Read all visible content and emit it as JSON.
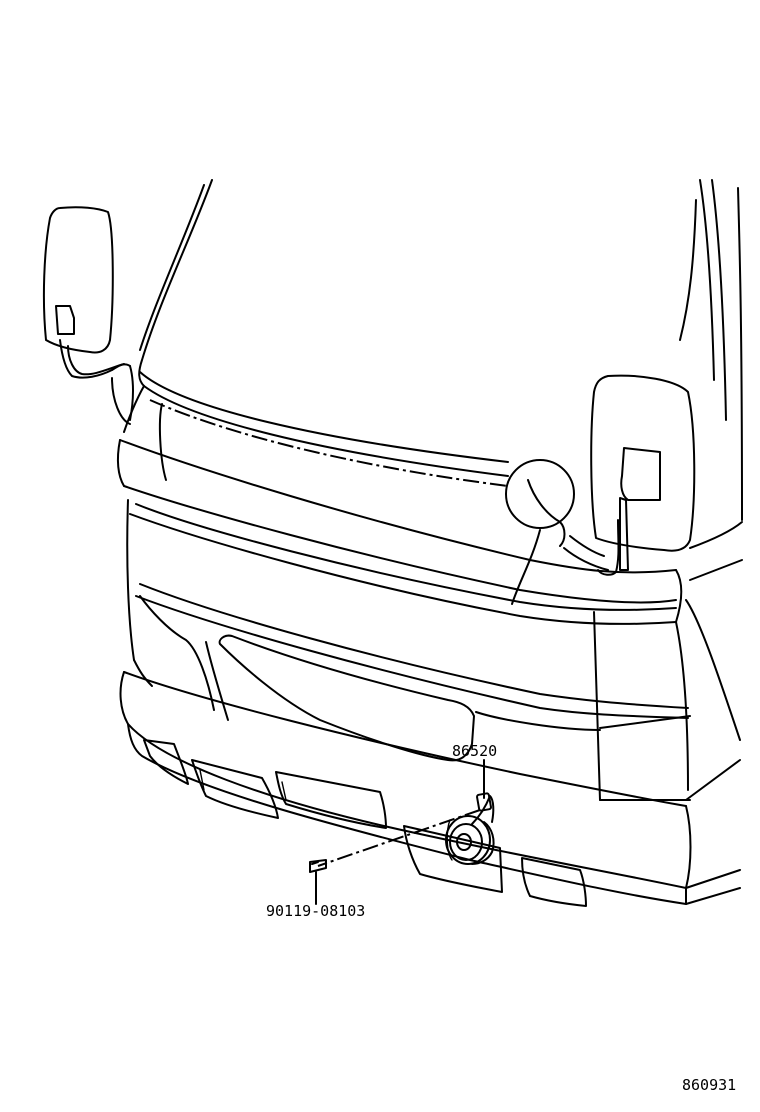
{
  "parts": {
    "horn": {
      "part_number": "86520"
    },
    "bolt": {
      "part_number": "90119-08103"
    }
  },
  "diagram_code": "860931"
}
